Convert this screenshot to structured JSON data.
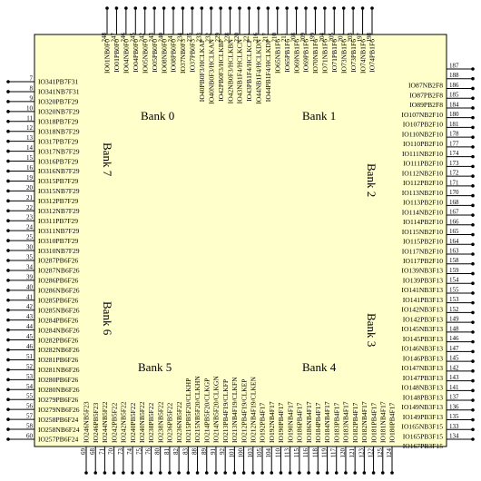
{
  "chip": {
    "body_fill": "#ffffcc",
    "body_stroke": "#000000",
    "pin_color": "#000000",
    "banks": [
      {
        "label": "Bank 0"
      },
      {
        "label": "Bank 1"
      },
      {
        "label": "Bank 2"
      },
      {
        "label": "Bank 3"
      },
      {
        "label": "Bank 4"
      },
      {
        "label": "Bank 5"
      },
      {
        "label": "Bank 6"
      },
      {
        "label": "Bank 7"
      }
    ]
  },
  "pins": {
    "left": [
      {
        "num": "7",
        "label": "IO341PB7F31"
      },
      {
        "num": "8",
        "label": "IO341NB7F31"
      },
      {
        "num": "9",
        "label": "IO320PB7F29"
      },
      {
        "num": "10",
        "label": "IO320NB7F29"
      },
      {
        "num": "11",
        "label": "IO318PB7F29"
      },
      {
        "num": "12",
        "label": "IO318NB7F29"
      },
      {
        "num": "13",
        "label": "IO317PB7F29"
      },
      {
        "num": "14",
        "label": "IO317NB7F29"
      },
      {
        "num": "15",
        "label": "IO316PB7F29"
      },
      {
        "num": "16",
        "label": "IO316NB7F29"
      },
      {
        "num": "19",
        "label": "IO315PB7F29"
      },
      {
        "num": "20",
        "label": "IO315NB7F29"
      },
      {
        "num": "21",
        "label": "IO312PB7F29"
      },
      {
        "num": "22",
        "label": "IO312NB7F29"
      },
      {
        "num": "23",
        "label": "IO311PB7F29"
      },
      {
        "num": "24",
        "label": "IO311NB7F29"
      },
      {
        "num": "25",
        "label": "IO310PB7F29"
      },
      {
        "num": "30",
        "label": "IO310NB7F29"
      },
      {
        "num": "35",
        "label": "IO287PB6F26"
      },
      {
        "num": "34",
        "label": "IO287NB6F26"
      },
      {
        "num": "39",
        "label": "IO286PB6F26"
      },
      {
        "num": "40",
        "label": "IO286NB6F26"
      },
      {
        "num": "41",
        "label": "IO285PB6F26"
      },
      {
        "num": "42",
        "label": "IO285NB6F26"
      },
      {
        "num": "43",
        "label": "IO284PB6F26"
      },
      {
        "num": "44",
        "label": "IO284NB6F26"
      },
      {
        "num": "45",
        "label": "IO282PB6F26"
      },
      {
        "num": "46",
        "label": "IO282NB6F26"
      },
      {
        "num": "51",
        "label": "IO281PB6F26"
      },
      {
        "num": "52",
        "label": "IO281NB6F26"
      },
      {
        "num": "53",
        "label": "IO280PB6F26"
      },
      {
        "num": "54",
        "label": "IO280NB6F26"
      },
      {
        "num": "55",
        "label": "IO279PB6F26"
      },
      {
        "num": "56",
        "label": "IO279NB6F26"
      },
      {
        "num": "57",
        "label": "IO258PB6F24"
      },
      {
        "num": "58",
        "label": "IO258NB6F24"
      },
      {
        "num": "60",
        "label": "IO257PB6F24"
      }
    ],
    "right": [
      {
        "num": "187",
        "label": ""
      },
      {
        "num": "188",
        "label": "IO87NB2F8"
      },
      {
        "num": "186",
        "label": "IO87PB2F8"
      },
      {
        "num": "185",
        "label": "IO89PB2F8"
      },
      {
        "num": "184",
        "label": "IO107NB2F10"
      },
      {
        "num": "180",
        "label": "IO107PB2F10"
      },
      {
        "num": "181",
        "label": "IO110NB2F10"
      },
      {
        "num": "178",
        "label": "IO110PB2F10"
      },
      {
        "num": "177",
        "label": "IO111NB2F10"
      },
      {
        "num": "174",
        "label": "IO111PB2F10"
      },
      {
        "num": "173",
        "label": "IO112NB2F10"
      },
      {
        "num": "172",
        "label": "IO112PB2F10"
      },
      {
        "num": "171",
        "label": "IO113NB2F10"
      },
      {
        "num": "170",
        "label": "IO113PB2F10"
      },
      {
        "num": "168",
        "label": "IO114NB2F10"
      },
      {
        "num": "167",
        "label": "IO114PB2F10"
      },
      {
        "num": "166",
        "label": "IO115NB2F10"
      },
      {
        "num": "165",
        "label": "IO115PB2F10"
      },
      {
        "num": "164",
        "label": "IO117NB2F10"
      },
      {
        "num": "163",
        "label": "IO117PB2F10"
      },
      {
        "num": "158",
        "label": "IO139NB3F13"
      },
      {
        "num": "159",
        "label": "IO139PB3F13"
      },
      {
        "num": "154",
        "label": "IO141NB3F13"
      },
      {
        "num": "155",
        "label": "IO141PB3F13"
      },
      {
        "num": "153",
        "label": "IO142NB3F13"
      },
      {
        "num": "152",
        "label": "IO142PB3F13"
      },
      {
        "num": "149",
        "label": "IO145NB3F13"
      },
      {
        "num": "148",
        "label": "IO145PB3F13"
      },
      {
        "num": "146",
        "label": "IO146NB3F13"
      },
      {
        "num": "147",
        "label": "IO146PB3F13"
      },
      {
        "num": "145",
        "label": "IO147NB3F13"
      },
      {
        "num": "142",
        "label": "IO147PB3F13"
      },
      {
        "num": "143",
        "label": "IO148NB3F13"
      },
      {
        "num": "141",
        "label": "IO148PB3F13"
      },
      {
        "num": "137",
        "label": "IO149NB3F13"
      },
      {
        "num": "136",
        "label": "IO149PB3F13"
      },
      {
        "num": "135",
        "label": "IO165NB3F15"
      },
      {
        "num": "133",
        "label": "IO165PB3F15"
      },
      {
        "num": "134",
        "label": "IO167PB3F15"
      }
    ],
    "top": [
      {
        "num": "248",
        "label": "IO01NB0F0"
      },
      {
        "num": "247",
        "label": "IO01PB0F0"
      },
      {
        "num": "246",
        "label": "IO04NB0F0"
      },
      {
        "num": "245",
        "label": "IO04PB0F0"
      },
      {
        "num": "242",
        "label": "IO05NB0F0"
      },
      {
        "num": "243",
        "label": "IO05PB0F0"
      },
      {
        "num": "240",
        "label": "IO08NB0F0"
      },
      {
        "num": "241",
        "label": "IO08PB0F0"
      },
      {
        "num": "234",
        "label": "IO37NB0F3"
      },
      {
        "num": "235",
        "label": "IO37PB0F3"
      },
      {
        "num": "233",
        "label": "IO40PB0F3/HCLKAP"
      },
      {
        "num": "232",
        "label": "IO40NB0F3/HCLKAN"
      },
      {
        "num": "229",
        "label": "IO42PB0F3/HCLKBP"
      },
      {
        "num": "228",
        "label": "IO42NB0F3/HCLKBN"
      },
      {
        "num": "220",
        "label": "IO43NB1F4/HCLKCN"
      },
      {
        "num": "221",
        "label": "IO43PB1F4/HCLKCP"
      },
      {
        "num": "216",
        "label": "IO44NB1F4/HCLKDN"
      },
      {
        "num": "217",
        "label": "IO44PB1F4/HCLKDP"
      },
      {
        "num": "210",
        "label": "IO65NB1F6"
      },
      {
        "num": "211",
        "label": "IO65PB1F6"
      },
      {
        "num": "208",
        "label": "IO69NB1F6"
      },
      {
        "num": "209",
        "label": "IO69PB1F6"
      },
      {
        "num": "199",
        "label": "IO70NB1F6"
      },
      {
        "num": "204",
        "label": "IO71NB1F6"
      },
      {
        "num": "205",
        "label": "IO71PB1F6"
      },
      {
        "num": "201",
        "label": "IO73NB1F6"
      },
      {
        "num": "203",
        "label": "IO73PB1F6"
      },
      {
        "num": "197",
        "label": "IO74NB1F6"
      },
      {
        "num": "198",
        "label": "IO74PB1F6"
      }
    ],
    "bottom": [
      {
        "num": "69",
        "label": "IO246NB5F23"
      },
      {
        "num": "68",
        "label": "IO246PB5F23"
      },
      {
        "num": "71",
        "label": "IO244NB5F22"
      },
      {
        "num": "70",
        "label": "IO242PB5F22"
      },
      {
        "num": "73",
        "label": "IO242NB5F22"
      },
      {
        "num": "74",
        "label": "IO240PB5F22"
      },
      {
        "num": "75",
        "label": "IO240NB5F22"
      },
      {
        "num": "76",
        "label": "IO238PB5F22"
      },
      {
        "num": "80",
        "label": "IO238NB5F22"
      },
      {
        "num": "81",
        "label": "IO236PB5F22"
      },
      {
        "num": "82",
        "label": "IO236NB5F22"
      },
      {
        "num": "83",
        "label": "IO215PB5F20/CLKHP"
      },
      {
        "num": "88",
        "label": "IO215NB5F20/CLKHN"
      },
      {
        "num": "89",
        "label": "IO214PB5F20/CLKGP"
      },
      {
        "num": "91",
        "label": "IO214NB5F20/CLKGN"
      },
      {
        "num": "92",
        "label": "IO213PB4F19/CLKFP"
      },
      {
        "num": "101",
        "label": "IO213NB4F19/CLKFN"
      },
      {
        "num": "100",
        "label": "IO212PB4F19/CLKEP"
      },
      {
        "num": "103",
        "label": "IO212NB4F19/CLKEN"
      },
      {
        "num": "105",
        "label": "IO192PB4F17"
      },
      {
        "num": "104",
        "label": "IO192NB4F17"
      },
      {
        "num": "110",
        "label": "IO190PB4F17"
      },
      {
        "num": "113",
        "label": "IO190NB4F17"
      },
      {
        "num": "115",
        "label": "IO186PB4F17"
      },
      {
        "num": "116",
        "label": "IO186NB4F17"
      },
      {
        "num": "118",
        "label": "IO184PB4F17"
      },
      {
        "num": "119",
        "label": "IO184NB4F17"
      },
      {
        "num": "117",
        "label": "IO183PB4F17"
      },
      {
        "num": "120",
        "label": "IO183NB4F17"
      },
      {
        "num": "121",
        "label": "IO182PB4F17"
      },
      {
        "num": "123",
        "label": "IO182NB4F17"
      },
      {
        "num": "122",
        "label": "IO181PB4F17"
      },
      {
        "num": "125",
        "label": "IO181NB4F17"
      },
      {
        "num": "124",
        "label": "IO180PB4F17"
      }
    ]
  }
}
